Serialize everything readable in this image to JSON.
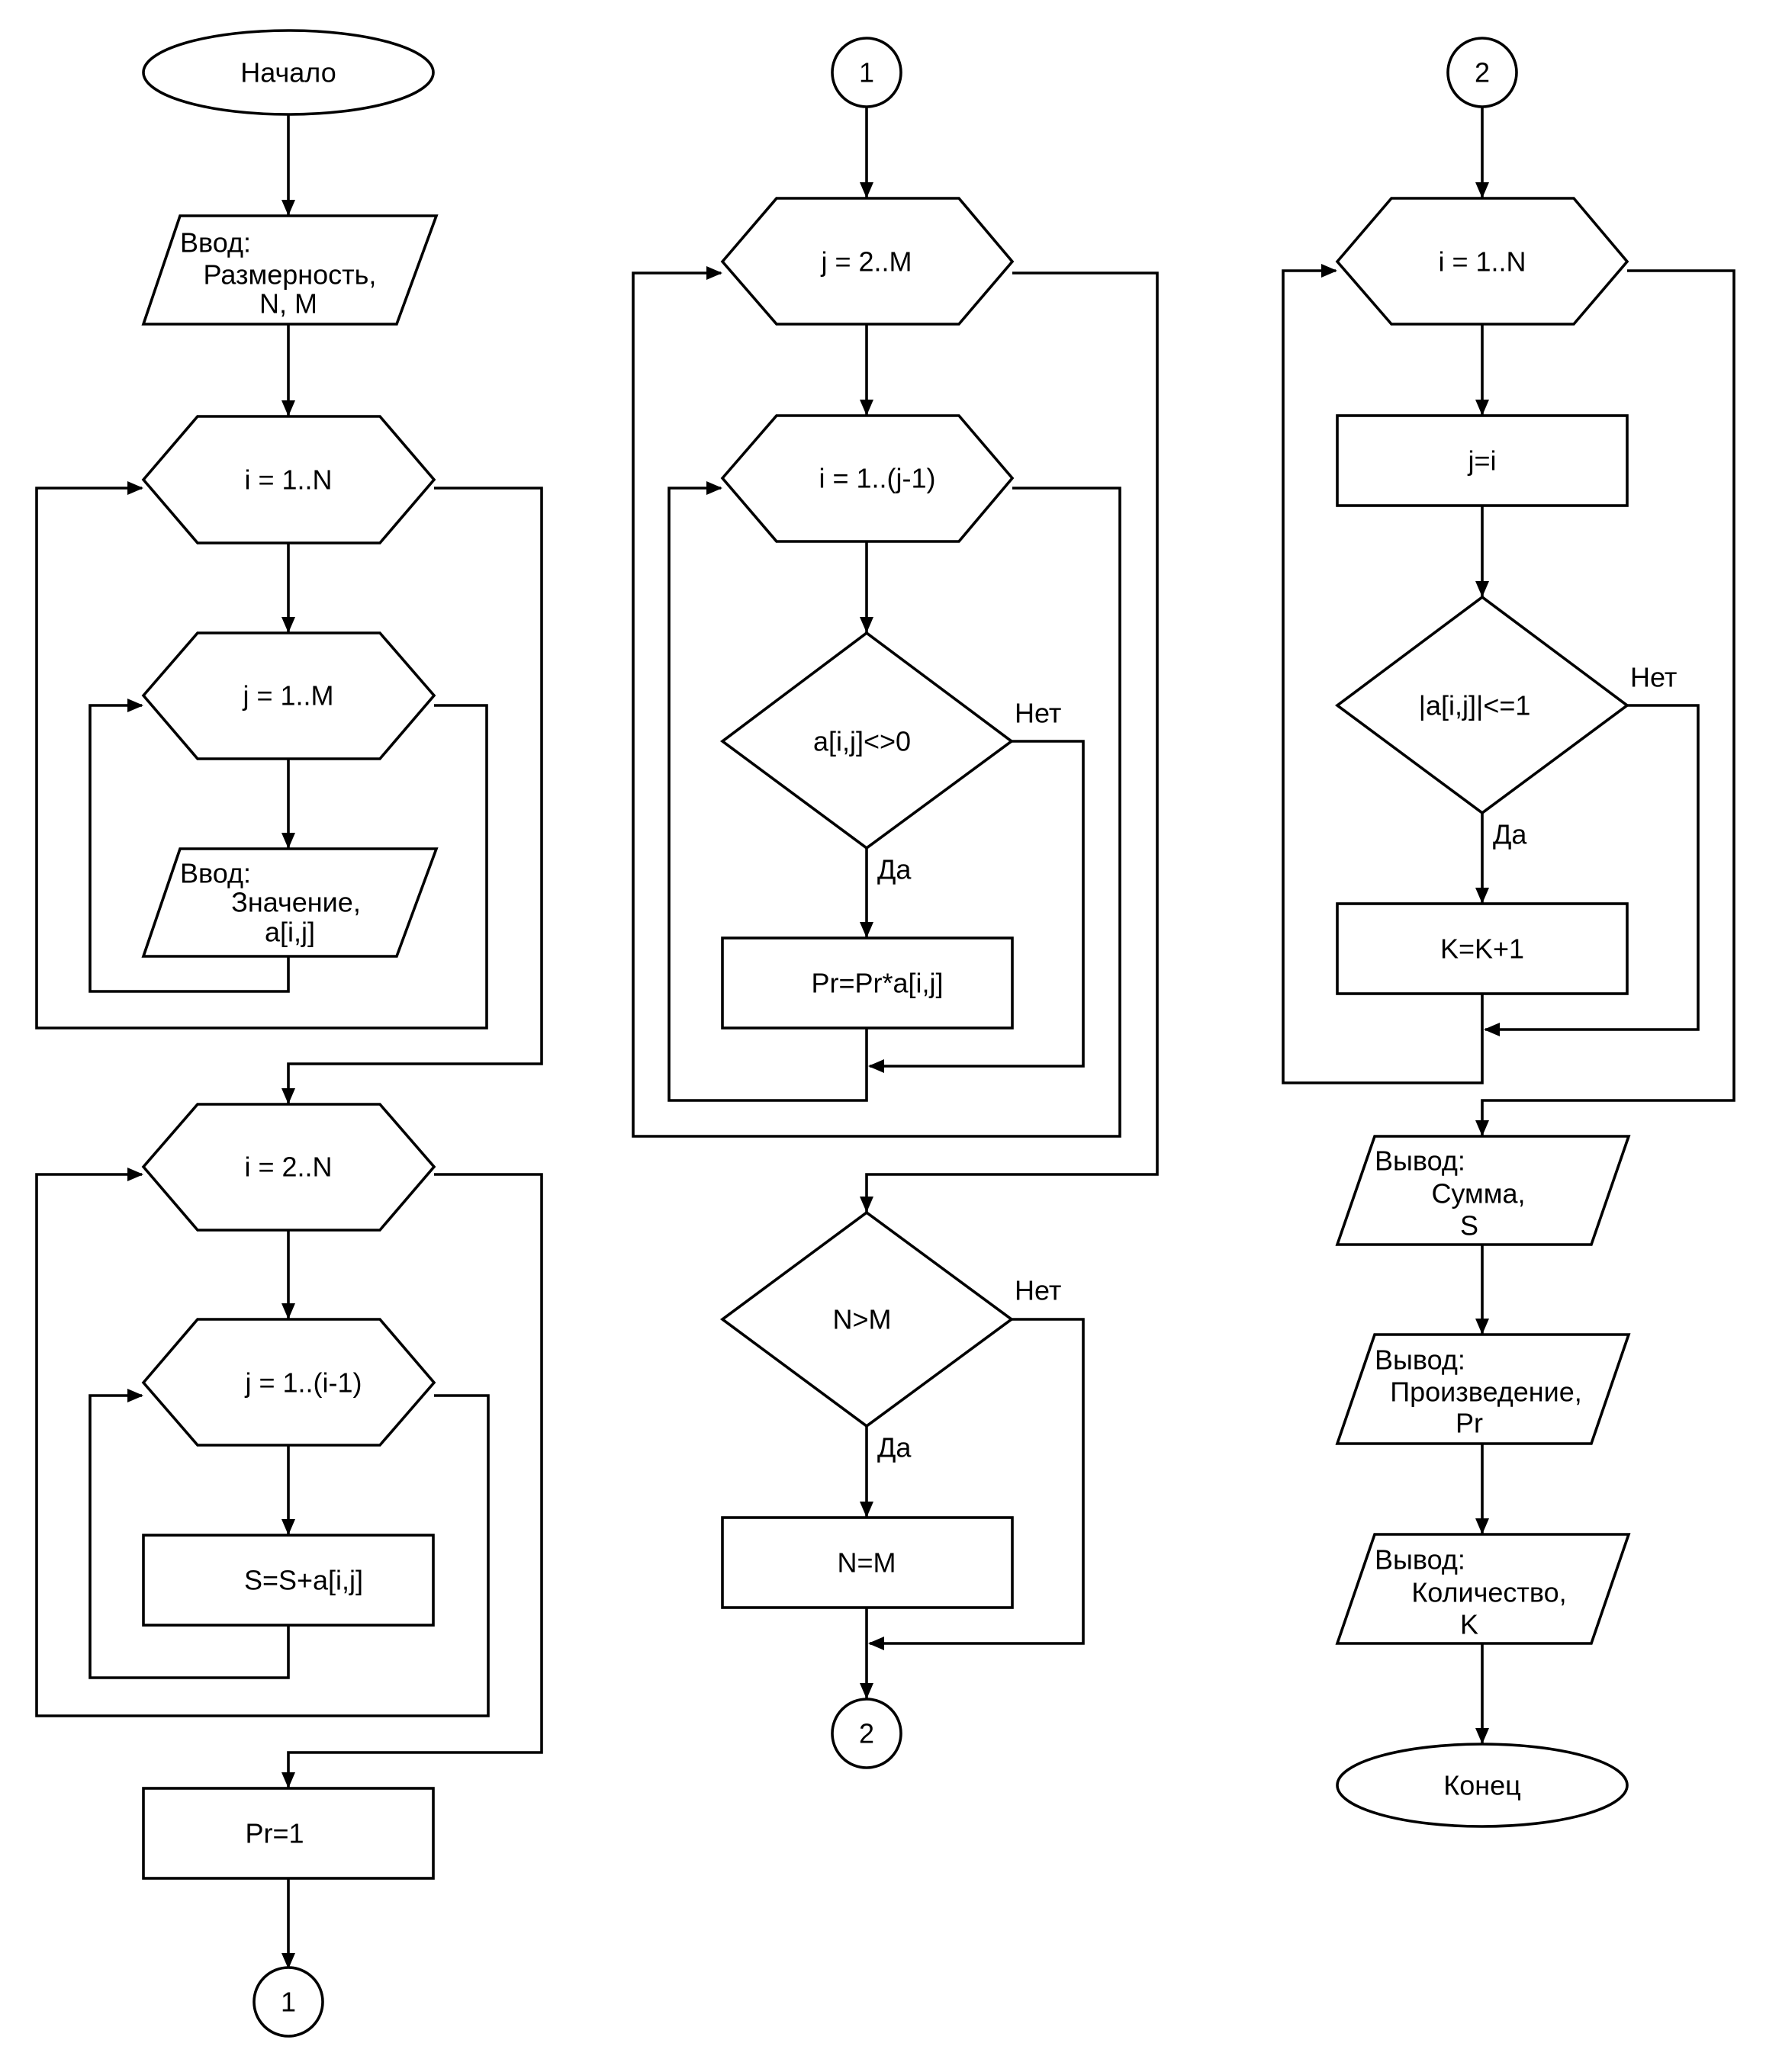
{
  "col1": {
    "start": "Начало",
    "input_dims": {
      "head": "Ввод:",
      "line1": "Размерность,",
      "line2": "N, M"
    },
    "loop_i1": "i = 1..N",
    "loop_j1": "j = 1..M",
    "input_val": {
      "head": "Ввод:",
      "line1": "Значение,",
      "line2": "a[i,j]"
    },
    "loop_i2": "i = 2..N",
    "loop_j2": "j = 1..(i-1)",
    "sum": "S=S+a[i,j]",
    "pr_init": "Pr=1",
    "connector_out": "1"
  },
  "col2": {
    "connector_in": "1",
    "loop_j": "j = 2..M",
    "loop_i": "i = 1..(j-1)",
    "cond": "a[i,j]<>0",
    "cond_yes": "Да",
    "cond_no": "Нет",
    "product": "Pr=Pr*a[i,j]",
    "cond2": "N>M",
    "cond2_yes": "Да",
    "cond2_no": "Нет",
    "assign": "N=M",
    "connector_out": "2"
  },
  "col3": {
    "connector_in": "2",
    "loop_i": "i = 1..N",
    "assign_j": "j=i",
    "cond": "|a[i,j]|<=1",
    "cond_yes": "Да",
    "cond_no": "Нет",
    "count": "K=K+1",
    "out_sum": {
      "head": "Вывод:",
      "line1": "Сумма,",
      "line2": "S"
    },
    "out_prod": {
      "head": "Вывод:",
      "line1": "Произведение,",
      "line2": "Pr"
    },
    "out_count": {
      "head": "Вывод:",
      "line1": "Количество,",
      "line2": "K"
    },
    "end": "Конец"
  }
}
